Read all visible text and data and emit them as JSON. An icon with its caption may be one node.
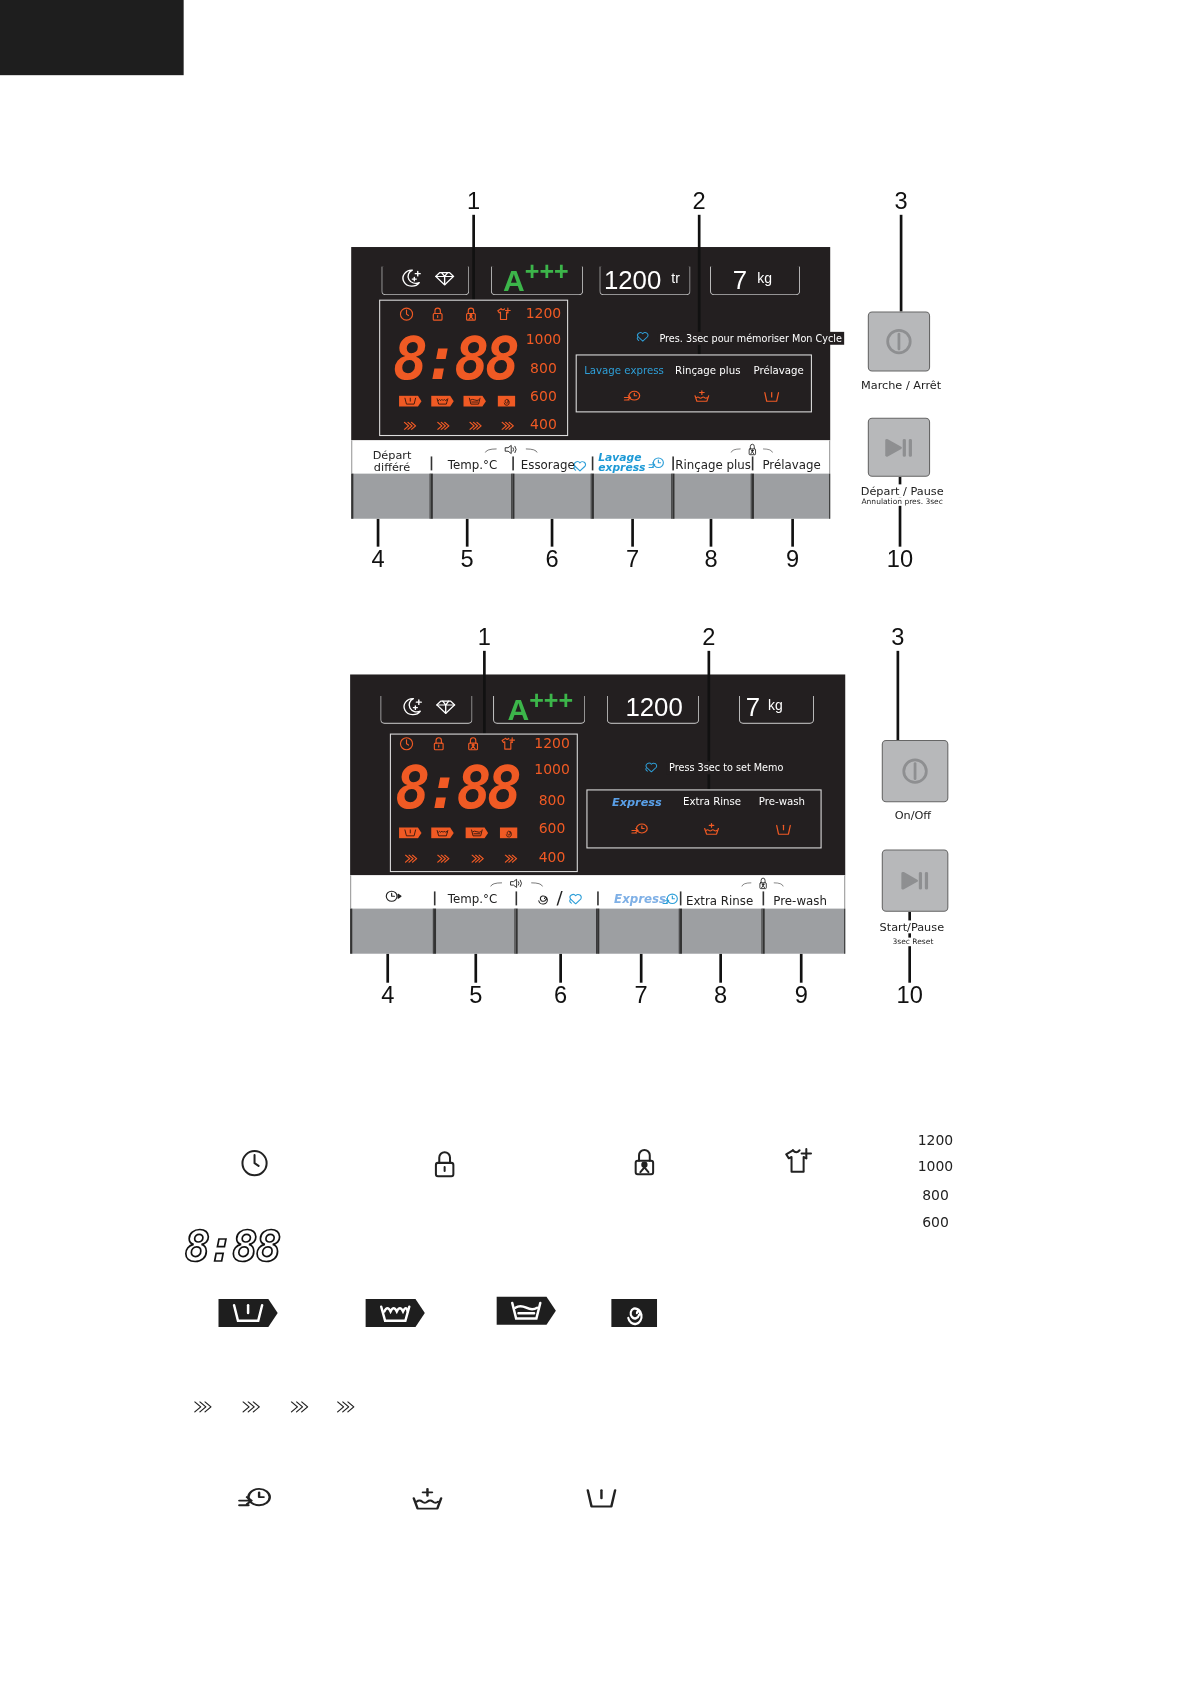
{
  "diagram": {
    "nodes": [
      {
        "text": [
          "1"
        ]
      },
      {
        "text": [
          "2"
        ]
      },
      {
        "text": [
          "3"
        ]
      },
      {
        "text": [
          "8:88",
          "1200",
          "1000",
          "800",
          "600",
          "400"
        ]
      },
      {
        "text": [
          "Lavage express",
          "Rinçage plus",
          "Prélavage"
        ]
      },
      {
        "text": [],
        "shape": "box",
        "beside": [
          "Marche / Arrêt"
        ]
      },
      {
        "text": [],
        "shape": "box"
      },
      {
        "text": [],
        "shape": "box"
      },
      {
        "text": [],
        "shape": "box"
      },
      {
        "text": [],
        "shape": "box"
      },
      {
        "text": [],
        "shape": "box"
      },
      {
        "text": [],
        "shape": "box"
      },
      {
        "text": [],
        "shape": "box",
        "beside": [
          "Départ / Pause",
          "Annulation pres. 3sec"
        ]
      },
      {
        "text": [
          "4"
        ]
      },
      {
        "text": [
          "5"
        ]
      },
      {
        "text": [
          "6"
        ]
      },
      {
        "text": [
          "7"
        ]
      },
      {
        "text": [
          "8"
        ]
      },
      {
        "text": [
          "9"
        ]
      },
      {
        "text": [
          "10"
        ]
      },
      {
        "text": [
          "1"
        ]
      },
      {
        "text": [
          "2"
        ]
      },
      {
        "text": [
          "3"
        ]
      },
      {
        "text": [
          "8:88",
          "1200",
          "1000",
          "800",
          "600",
          "400"
        ]
      },
      {
        "text": [
          "Express",
          "Extra Rinse",
          "Pre-wash"
        ]
      },
      {
        "text": [],
        "shape": "box",
        "beside": [
          "On/Off"
        ]
      },
      {
        "text": [],
        "shape": "box"
      },
      {
        "text": [],
        "shape": "box"
      },
      {
        "text": [],
        "shape": "box"
      },
      {
        "text": [],
        "shape": "box"
      },
      {
        "text": [],
        "shape": "box"
      },
      {
        "text": [],
        "shape": "box"
      },
      {
        "text": [],
        "shape": "box",
        "beside": [
          "Start/Pause",
          "3sec Reset"
        ]
      },
      {
        "text": [
          "4"
        ]
      },
      {
        "text": [
          "5"
        ]
      },
      {
        "text": [
          "6"
        ]
      },
      {
        "text": [
          "7"
        ]
      },
      {
        "text": [
          "8"
        ]
      },
      {
        "text": [
          "9"
        ]
      },
      {
        "text": [
          "10"
        ]
      }
    ],
    "edges": [
      {
        "from": 0,
        "to": 3,
        "arrow": "none"
      },
      {
        "from": 1,
        "to": 4,
        "arrow": "none"
      },
      {
        "from": 2,
        "to": 5,
        "arrow": "none"
      },
      {
        "from": 13,
        "to": 6,
        "arrow": "none"
      },
      {
        "from": 14,
        "to": 7,
        "arrow": "none"
      },
      {
        "from": 15,
        "to": 8,
        "arrow": "none"
      },
      {
        "from": 16,
        "to": 9,
        "arrow": "none"
      },
      {
        "from": 17,
        "to": 10,
        "arrow": "none"
      },
      {
        "from": 18,
        "to": 11,
        "arrow": "none"
      },
      {
        "from": 19,
        "to": 12,
        "arrow": "none"
      },
      {
        "from": 20,
        "to": 23,
        "arrow": "none"
      },
      {
        "from": 21,
        "to": 24,
        "arrow": "none"
      },
      {
        "from": 22,
        "to": 25,
        "arrow": "none"
      },
      {
        "from": 33,
        "to": 26,
        "arrow": "none"
      },
      {
        "from": 34,
        "to": 27,
        "arrow": "none"
      },
      {
        "from": 35,
        "to": 28,
        "arrow": "none"
      },
      {
        "from": 36,
        "to": 29,
        "arrow": "none"
      },
      {
        "from": 37,
        "to": 30,
        "arrow": "none"
      },
      {
        "from": 38,
        "to": 31,
        "arrow": "none"
      },
      {
        "from": 39,
        "to": 32,
        "arrow": "none"
      }
    ],
    "labels": [
      "A$^{+++}$",
      "1200",
      "tr",
      "7",
      "kg",
      "Pres. 3sec pour mémoriser Mon Cycle",
      "Départ différé",
      "Temp.°C",
      "Essorage",
      "Lavage express",
      "Rinçage plus",
      "Prélavage",
      "A$^{+++}$",
      "1200",
      "7",
      "kg",
      "Press 3sec to set Memo",
      "Temp.°C",
      "/",
      "Express",
      "Extra Rinse",
      "Pre-wash",
      "1200",
      "1000",
      "800",
      "600",
      "8:88"
    ]
  }
}
